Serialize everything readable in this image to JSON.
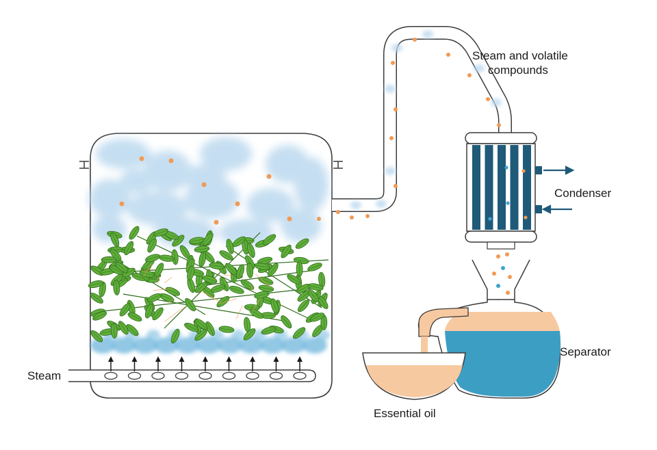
{
  "labels": {
    "vapour": [
      "Steam and volatile",
      "compounds"
    ],
    "condenser": "Condenser",
    "separator": "Separator",
    "oil": "Essential oil",
    "steam": "Steam"
  },
  "colors": {
    "outline": "#3a3a3a",
    "steam_cloud": "#bcd9ef",
    "steam_jet": "#6fb6dc",
    "droplet": "#f19a55",
    "water_drop": "#3fa3cf",
    "leaf": "#5fae3a",
    "leaf_dark": "#2f6b1a",
    "condenser_tube": "#1f5a78",
    "oil": "#f7c9a0",
    "water": "#3d9ec4"
  },
  "icons": [
    "steam-inlet-arrow-icon",
    "coolant-out-arrow-icon",
    "coolant-in-arrow-icon"
  ],
  "steam_inlet_count": 9
}
